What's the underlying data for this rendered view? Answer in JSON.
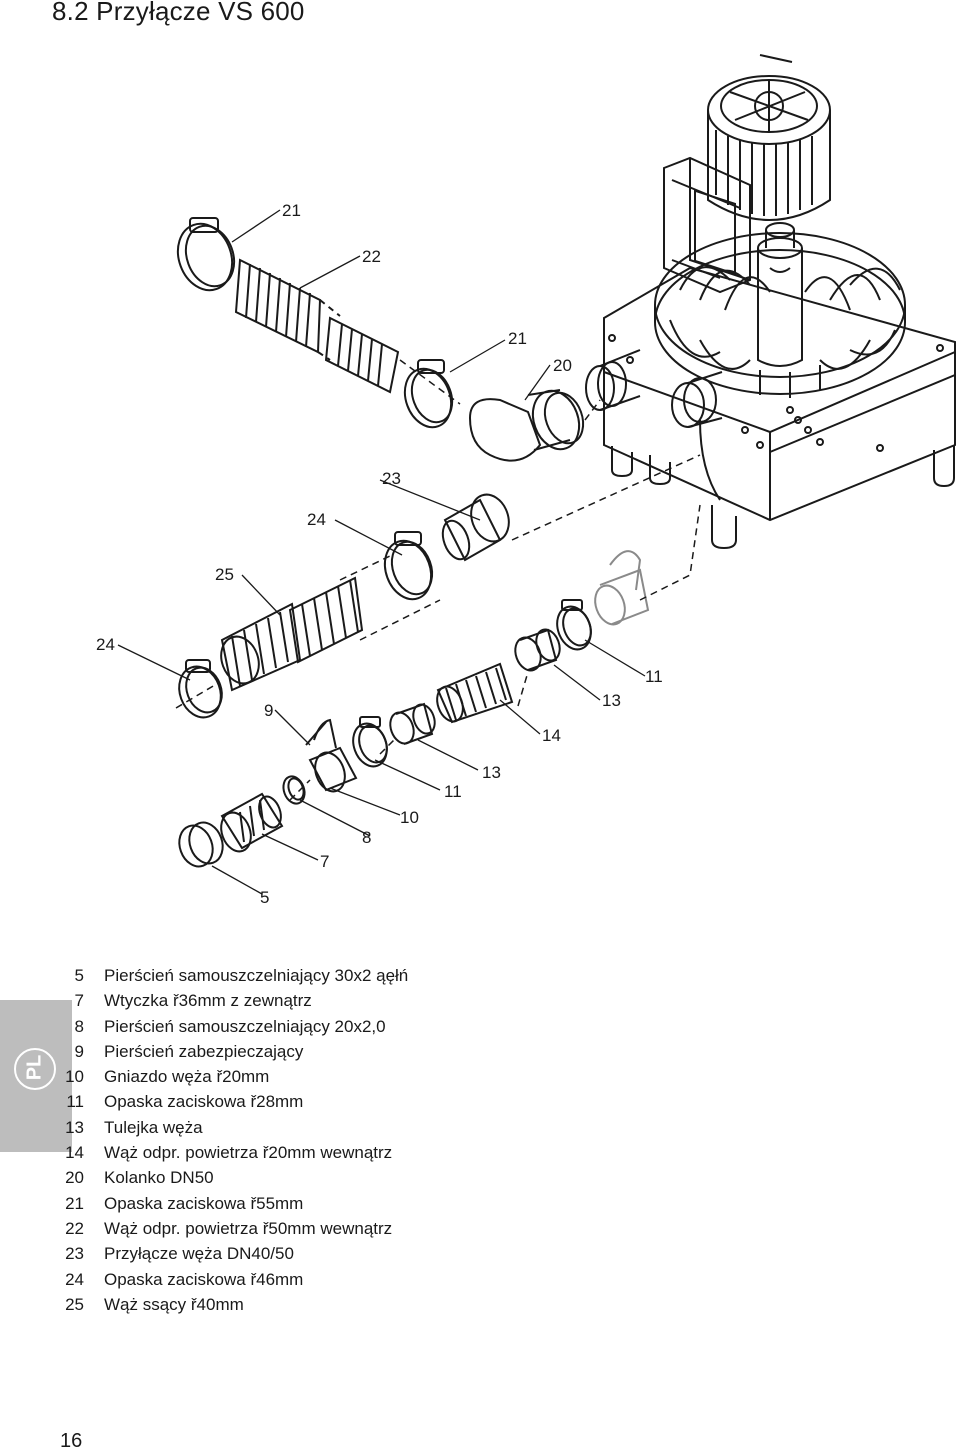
{
  "header": {
    "title": "8.2 Przyłącze VS 600"
  },
  "side_tab": {
    "label": "PL"
  },
  "callouts": [
    "21",
    "22",
    "21",
    "20",
    "23",
    "24",
    "25",
    "24",
    "11",
    "13",
    "14",
    "9",
    "13",
    "11",
    "10",
    "8",
    "7",
    "5"
  ],
  "legend": [
    {
      "num": "5",
      "text": "Pierścień samouszczelniający 30x2 ąęłń"
    },
    {
      "num": "7",
      "text": "Wtyczka ř36mm z zewnątrz"
    },
    {
      "num": "8",
      "text": "Pierścień samouszczelniający 20x2,0"
    },
    {
      "num": "9",
      "text": "Pierścień zabezpieczający"
    },
    {
      "num": "10",
      "text": "Gniazdo węża ř20mm"
    },
    {
      "num": "11",
      "text": "Opaska zaciskowa ř28mm"
    },
    {
      "num": "13",
      "text": "Tulejka węża"
    },
    {
      "num": "14",
      "text": "Wąż odpr. powietrza ř20mm wewnątrz"
    },
    {
      "num": "20",
      "text": "Kolanko DN50"
    },
    {
      "num": "21",
      "text": "Opaska zaciskowa ř55mm"
    },
    {
      "num": "22",
      "text": "Wąż odpr. powietrza ř50mm wewnątrz"
    },
    {
      "num": "23",
      "text": "Przyłącze węża DN40/50"
    },
    {
      "num": "24",
      "text": "Opaska zaciskowa ř46mm"
    },
    {
      "num": "25",
      "text": "Wąż ssący ř40mm"
    }
  ],
  "footer": {
    "page_number": "16"
  }
}
